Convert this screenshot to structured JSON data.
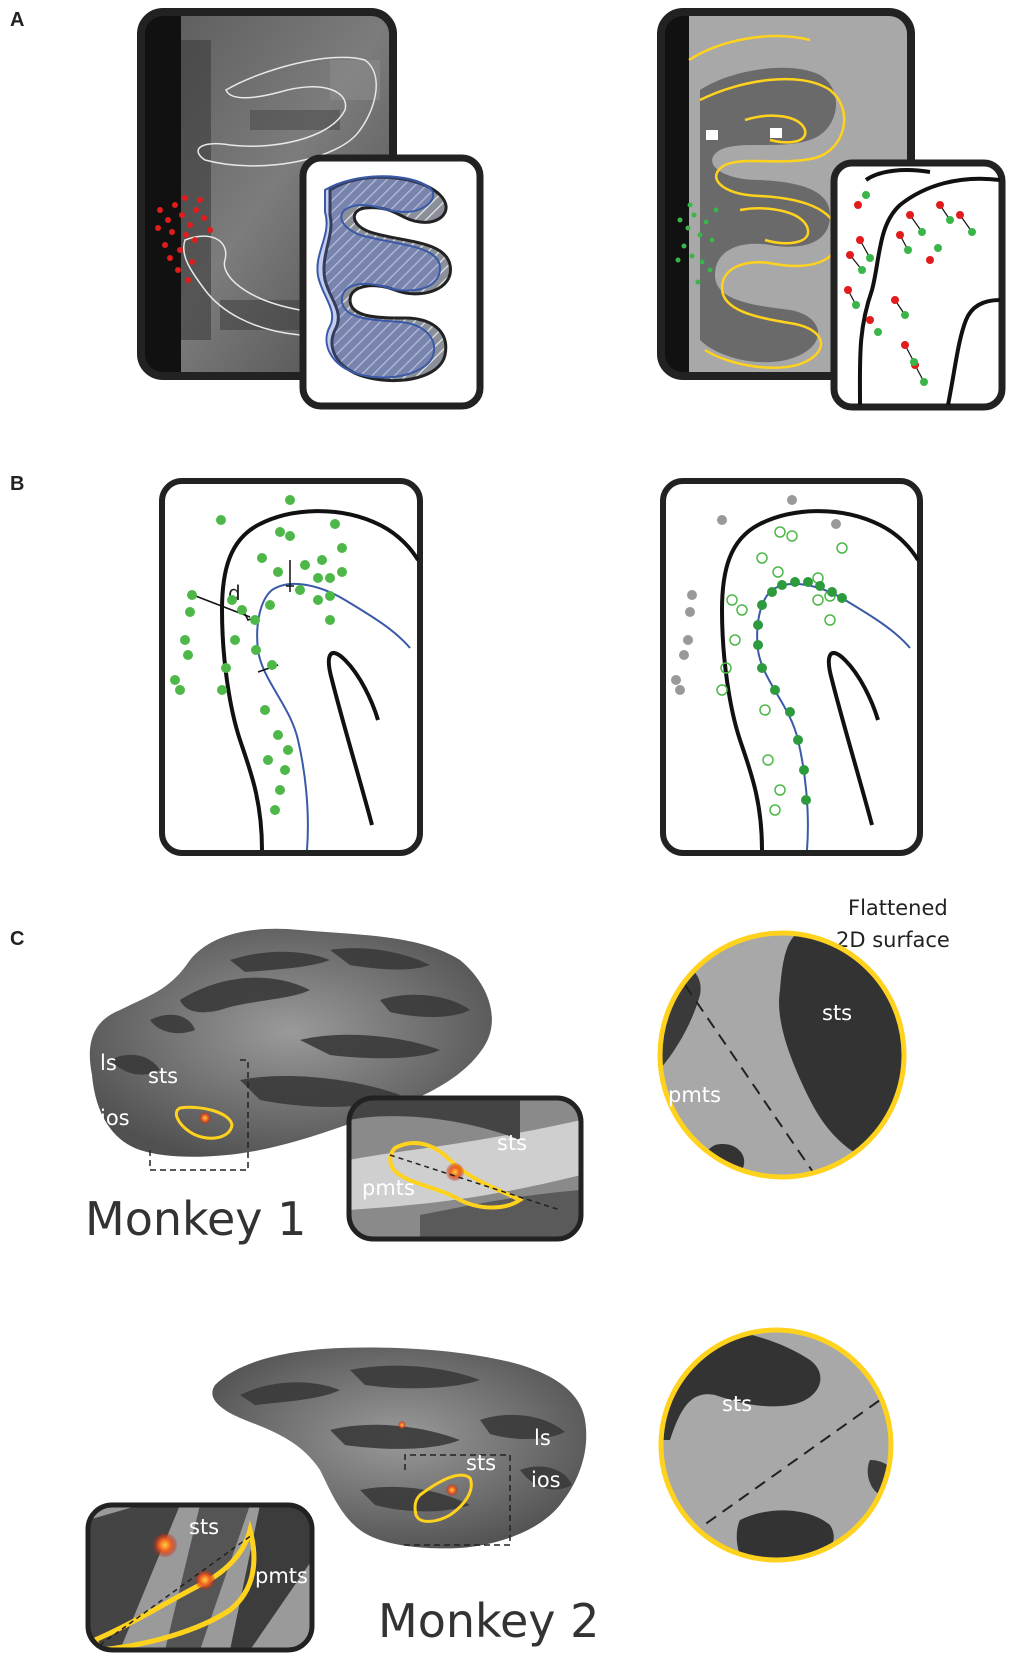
{
  "panels": {
    "a": "A",
    "b": "B",
    "c": "C"
  },
  "panel_b": {
    "distance_label": "d"
  },
  "panel_c": {
    "monkey1": {
      "name": "Monkey 1",
      "ls": "ls",
      "sts": "sts",
      "ios": "ios",
      "inset_sts": "sts",
      "inset_pmts": "pmts"
    },
    "flat1": {
      "caption_line1": "Flattened",
      "caption_line2": "2D surface",
      "sts": "sts",
      "pmts": "pmts"
    },
    "monkey2": {
      "name": "Monkey 2",
      "ls": "ls",
      "sts": "sts",
      "ios": "ios",
      "inset_sts": "sts",
      "inset_pmts": "pmts"
    },
    "flat2": {
      "sts": "sts"
    }
  },
  "colors": {
    "red": "#e01c1c",
    "green": "#39b54a",
    "yellow": "#ffd21e",
    "blue": "#3a5aa8",
    "gray_dot": "#999999",
    "dark_gray": "#3a3a3a"
  }
}
